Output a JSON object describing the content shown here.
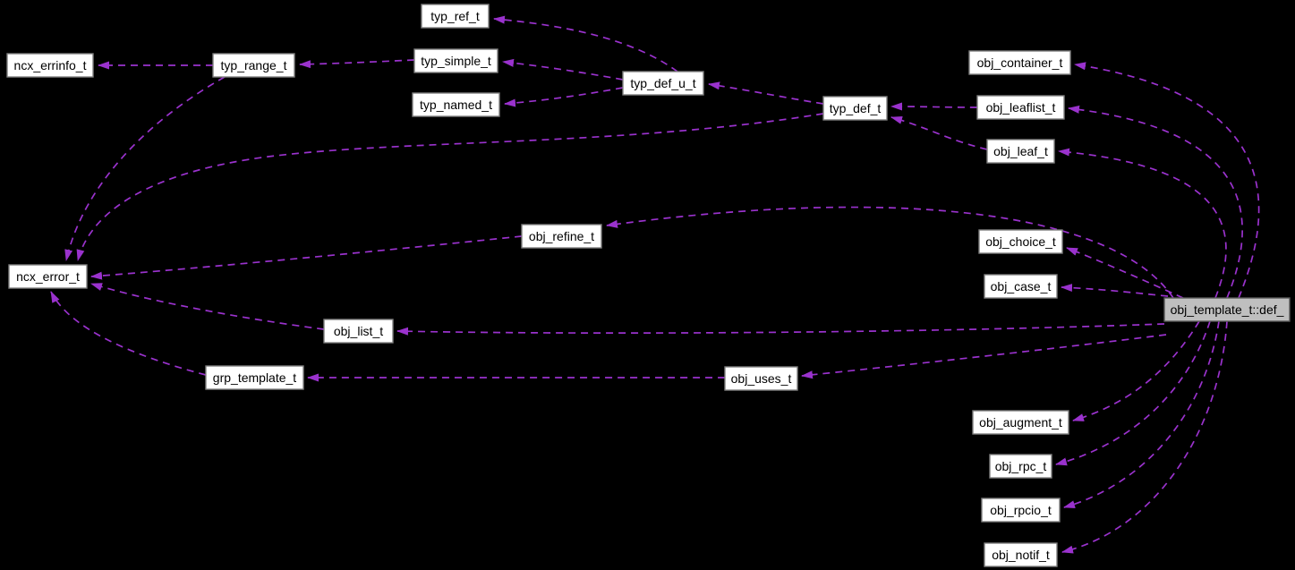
{
  "diagram": {
    "title": "obj_template_t::def_ collaboration graph",
    "colors": {
      "background": "#000000",
      "edge": "#9a32cd",
      "node_fill": "#ffffff",
      "node_border": "#7f7f7f",
      "node_text": "#000000",
      "highlight_fill": "#bfbfbf",
      "highlight_border": "#5a5a5a",
      "highlight_text": "#000000"
    },
    "nodes": [
      {
        "id": "ncx_errinfo_t",
        "label": "ncx_errinfo_t",
        "highlighted": false
      },
      {
        "id": "typ_range_t",
        "label": "typ_range_t",
        "highlighted": false
      },
      {
        "id": "typ_ref_t",
        "label": "typ_ref_t",
        "highlighted": false
      },
      {
        "id": "typ_simple_t",
        "label": "typ_simple_t",
        "highlighted": false
      },
      {
        "id": "typ_named_t",
        "label": "typ_named_t",
        "highlighted": false
      },
      {
        "id": "typ_def_u_t",
        "label": "typ_def_u_t",
        "highlighted": false
      },
      {
        "id": "typ_def_t",
        "label": "typ_def_t",
        "highlighted": false
      },
      {
        "id": "obj_container_t",
        "label": "obj_container_t",
        "highlighted": false
      },
      {
        "id": "obj_leaflist_t",
        "label": "obj_leaflist_t",
        "highlighted": false
      },
      {
        "id": "obj_leaf_t",
        "label": "obj_leaf_t",
        "highlighted": false
      },
      {
        "id": "obj_refine_t",
        "label": "obj_refine_t",
        "highlighted": false
      },
      {
        "id": "ncx_error_t",
        "label": "ncx_error_t",
        "highlighted": false
      },
      {
        "id": "obj_choice_t",
        "label": "obj_choice_t",
        "highlighted": false
      },
      {
        "id": "obj_case_t",
        "label": "obj_case_t",
        "highlighted": false
      },
      {
        "id": "obj_template_def",
        "label": "obj_template_t::def_",
        "highlighted": true
      },
      {
        "id": "obj_list_t",
        "label": "obj_list_t",
        "highlighted": false
      },
      {
        "id": "grp_template_t",
        "label": "grp_template_t",
        "highlighted": false
      },
      {
        "id": "obj_uses_t",
        "label": "obj_uses_t",
        "highlighted": false
      },
      {
        "id": "obj_augment_t",
        "label": "obj_augment_t",
        "highlighted": false
      },
      {
        "id": "obj_rpc_t",
        "label": "obj_rpc_t",
        "highlighted": false
      },
      {
        "id": "obj_rpcio_t",
        "label": "obj_rpcio_t",
        "highlighted": false
      },
      {
        "id": "obj_notif_t",
        "label": "obj_notif_t",
        "highlighted": false
      }
    ],
    "edges": [
      {
        "from": "typ_def_u_t",
        "to": "typ_ref_t"
      },
      {
        "from": "typ_def_u_t",
        "to": "typ_simple_t"
      },
      {
        "from": "typ_def_u_t",
        "to": "typ_named_t"
      },
      {
        "from": "typ_simple_t",
        "to": "typ_range_t"
      },
      {
        "from": "typ_range_t",
        "to": "ncx_errinfo_t"
      },
      {
        "from": "typ_range_t",
        "to": "ncx_error_t"
      },
      {
        "from": "typ_def_t",
        "to": "typ_def_u_t"
      },
      {
        "from": "typ_def_t",
        "to": "ncx_error_t"
      },
      {
        "from": "obj_leaflist_t",
        "to": "typ_def_t"
      },
      {
        "from": "obj_leaf_t",
        "to": "typ_def_t"
      },
      {
        "from": "obj_refine_t",
        "to": "ncx_error_t"
      },
      {
        "from": "obj_list_t",
        "to": "ncx_error_t"
      },
      {
        "from": "grp_template_t",
        "to": "ncx_error_t"
      },
      {
        "from": "obj_uses_t",
        "to": "grp_template_t"
      },
      {
        "from": "obj_template_def",
        "to": "obj_container_t"
      },
      {
        "from": "obj_template_def",
        "to": "obj_leaflist_t"
      },
      {
        "from": "obj_template_def",
        "to": "obj_leaf_t"
      },
      {
        "from": "obj_template_def",
        "to": "obj_choice_t"
      },
      {
        "from": "obj_template_def",
        "to": "obj_case_t"
      },
      {
        "from": "obj_template_def",
        "to": "obj_refine_t"
      },
      {
        "from": "obj_template_def",
        "to": "obj_list_t"
      },
      {
        "from": "obj_template_def",
        "to": "obj_uses_t"
      },
      {
        "from": "obj_template_def",
        "to": "obj_augment_t"
      },
      {
        "from": "obj_template_def",
        "to": "obj_rpc_t"
      },
      {
        "from": "obj_template_def",
        "to": "obj_rpcio_t"
      },
      {
        "from": "obj_template_def",
        "to": "obj_notif_t"
      }
    ]
  }
}
